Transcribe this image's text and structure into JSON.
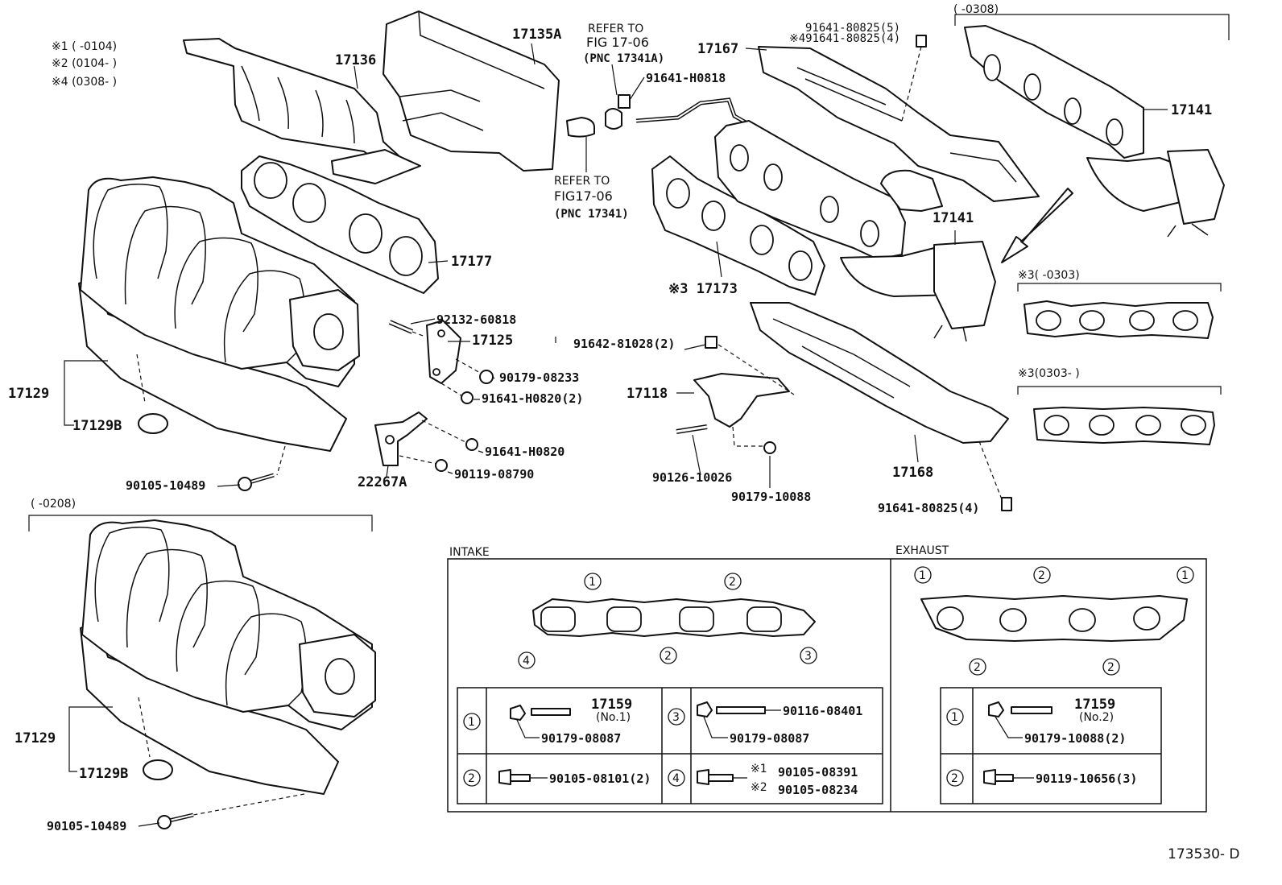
{
  "notes": {
    "n1": "※1 (     -0104)",
    "n2": "※2 (0104-      )",
    "n4": "※4 (0308-      )"
  },
  "refer1": {
    "line1": "REFER TO",
    "line2": "FIG 17-06",
    "line3": "(PNC 17341A)"
  },
  "refer2": {
    "line1": "REFER TO",
    "line2": "FIG17-06",
    "line3": "(PNC 17341)"
  },
  "ranges": {
    "top_right": "(     -0308)",
    "lower_left": "(     -0208)",
    "gasket_a": "※3(      -0303)",
    "gasket_b": "※3(0303-      )"
  },
  "labels": {
    "p17135A": "17135A",
    "p17136": "17136",
    "p17167": "17167",
    "p91641_80825_5": "91641-80825(5)",
    "p91641_80825_4n": "※491641-80825(4)",
    "p91641_H0818": "91641-H0818",
    "p17141a": "17141",
    "p17141b": "17141",
    "p17177": "17177",
    "p17173": "※3 17173",
    "p92132": "92132-60818",
    "p17125": "17125",
    "p91642": "91642-81028(2)",
    "p90179_08233": "90179-08233",
    "p91641_H0820_2": "91641-H0820(2)",
    "p17118": "17118",
    "p17129a": "17129",
    "p17129Ba": "17129B",
    "p91641_H0820": "91641-H0820",
    "p90119_08790": "90119-08790",
    "p22267A": "22267A",
    "p90105_10489a": "90105-10489",
    "p90126": "90126-10026",
    "p90179_10088": "90179-10088",
    "p17168": "17168",
    "p91641_80825_4": "91641-80825(4)",
    "p17129b": "17129",
    "p17129Bb": "17129B",
    "p90105_10489b": "90105-10489",
    "footer": "173530- D"
  },
  "intake": {
    "title": "INTAKE",
    "rows": [
      {
        "num": "1",
        "part": "17159",
        "sub": "(No.1)",
        "nut": "90179-08087"
      },
      {
        "num": "2",
        "bolt": "90105-08101(2)"
      },
      {
        "num": "3",
        "stud": "90116-08401",
        "nut": "90179-08087"
      },
      {
        "num": "4",
        "mark1": "※1",
        "bolt1": "90105-08391",
        "mark2": "※2",
        "bolt2": "90105-08234"
      }
    ]
  },
  "exhaust": {
    "title": "EXHAUST",
    "rows": [
      {
        "num": "1",
        "part": "17159",
        "sub": "(No.2)",
        "nut": "90179-10088(2)"
      },
      {
        "num": "2",
        "bolt": "90119-10656(3)"
      }
    ]
  },
  "markers": {
    "c1": "1",
    "c2": "2",
    "c3": "3",
    "c4": "4"
  }
}
